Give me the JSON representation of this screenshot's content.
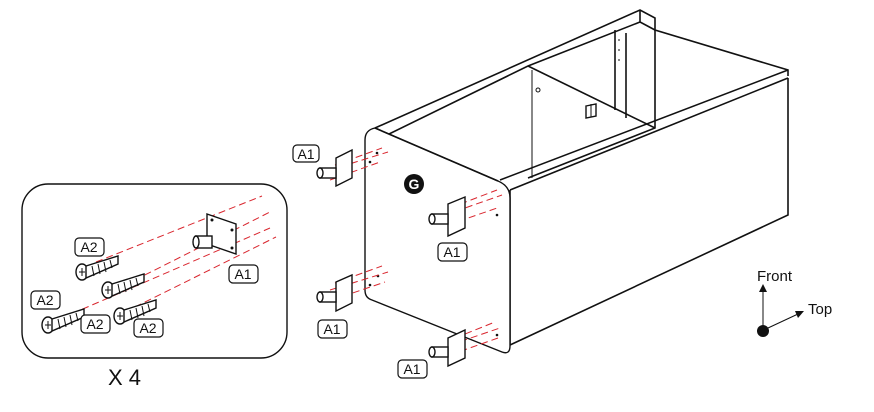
{
  "panel_letter": "G",
  "quantity": "X 4",
  "parts": {
    "bracket": "A1",
    "screw": "A2"
  },
  "directions": {
    "front": "Front",
    "top": "Top"
  }
}
